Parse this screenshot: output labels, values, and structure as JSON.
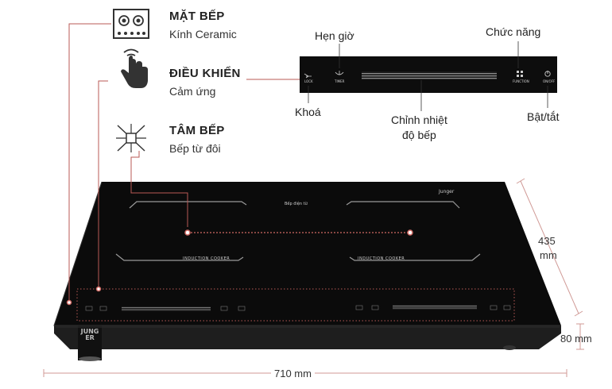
{
  "features": [
    {
      "icon": "cooktop-burners-icon",
      "title": "MẶT BẾP",
      "subtitle": "Kính Ceramic"
    },
    {
      "icon": "touch-hand-icon",
      "title": "ĐIỀU KHIỂN",
      "subtitle": "Cảm ứng"
    },
    {
      "icon": "induction-coil-icon",
      "title": "TÂM BẾP",
      "subtitle": "Bếp từ đôi"
    }
  ],
  "control_panel": {
    "callouts": {
      "timer": "Hẹn giờ",
      "function": "Chức năng",
      "lock": "Khoá",
      "heat_line1": "Chỉnh nhiệt",
      "heat_line2": "độ bếp",
      "power": "Bật/tắt"
    },
    "key_labels": {
      "lock": "LOCK",
      "timer": "TIMER",
      "function": "FUNCTION",
      "power": "ON/OFF"
    }
  },
  "cooktop": {
    "brand": "JUNGER",
    "top_text": "Junger",
    "center_text": "Bếp điện từ",
    "zone_text": "INDUCTION COOKER"
  },
  "dimensions": {
    "depth_value": "435",
    "depth_unit": "mm",
    "height": "80 mm",
    "width": "710 mm"
  },
  "colors": {
    "glass": "#0b0b0b",
    "callout_line": "#b85a55",
    "dot": "#e07070",
    "dimension_line": "#d09a96"
  }
}
